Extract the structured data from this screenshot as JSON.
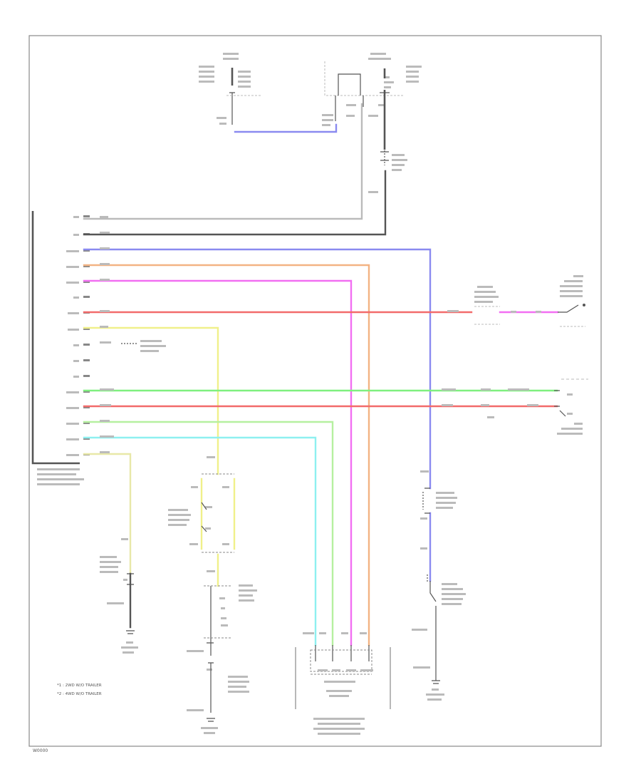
{
  "diagram": {
    "figure_id": "W0000",
    "wire_colors": {
      "gray": "#b8b8b8",
      "dark": "#555555",
      "blue": "#8a8af0",
      "orange": "#f3b383",
      "magenta": "#f26ff2",
      "red": "#f26b6b",
      "yellow": "#f0f08a",
      "green": "#7ff07f",
      "lightgreen": "#b6f0a0",
      "cyan": "#8ef0f0",
      "khaki": "#e8e8a8"
    },
    "legend": [
      "*1 : 2WD W/O TRAILER",
      "*2 : 4WD W/O TRAILER"
    ]
  }
}
